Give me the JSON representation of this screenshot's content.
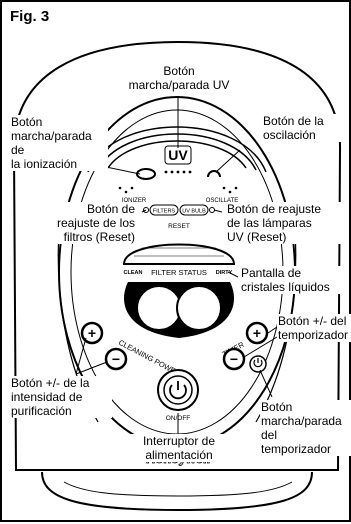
{
  "figure_label": "Fig. 3",
  "device": {
    "brand": "Honeywell",
    "uv_badge": "UV",
    "ionizer_label": "IONIZER",
    "oscillate_label": "OSCILLATE",
    "filters_label": "FILTERS",
    "uv_bulb_label": "UV BULB",
    "reset_label": "RESET",
    "status_clean": "CLEAN",
    "status_title": "FILTER STATUS",
    "status_dirty": "DIRTY",
    "cleaning_power_label": "CLEANING POWER",
    "timer_label": "TIMER",
    "onoff_label": "ON/OFF",
    "plus": "+",
    "minus": "−"
  },
  "callouts": {
    "uv_button": "Botón\nmarcha/parada UV",
    "ionizer_button": "Botón\nmarcha/parada de\nla ionización",
    "oscillation_button": "Botón de la\noscilación",
    "filter_reset": "Botón de\nreajuste de los\nfiltros (Reset)",
    "uv_lamp_reset": "Botón de reajuste\nde las lámparas\nUV (Reset)",
    "lcd": "Pantalla de\ncristales líquidos",
    "timer_plusminus": "Botón +/- del\ntemporizador",
    "power_plusminus": "Botón +/- de la\nintensidad de\npurificación",
    "timer_button": "Botón\nmarcha/parada\ndel\ntemporizador",
    "power_switch": "Interruptor de\nalimentación"
  }
}
